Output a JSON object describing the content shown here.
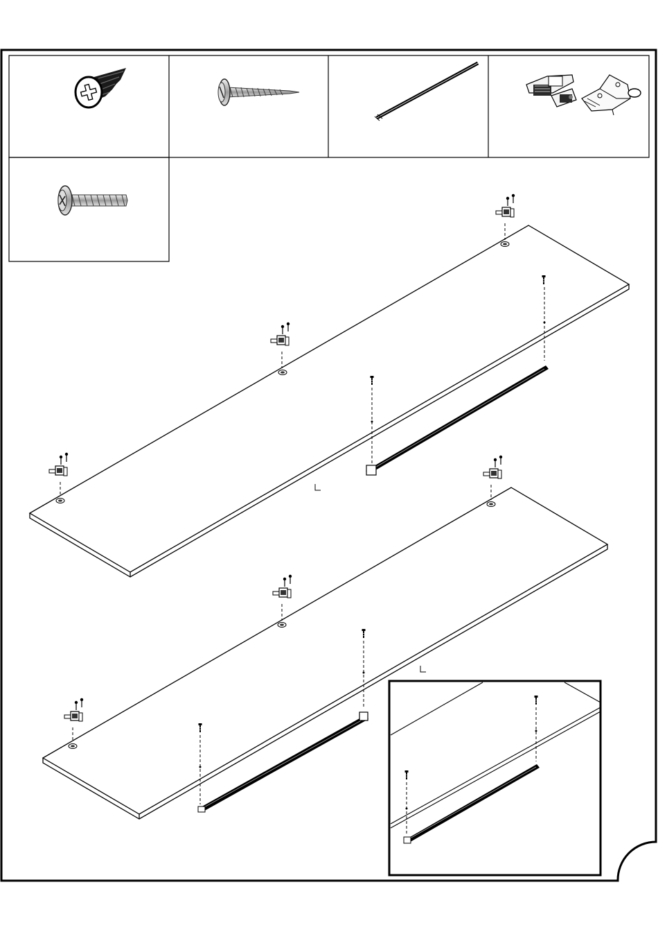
{
  "page": {
    "title": "",
    "page_number": ""
  },
  "parts_table": {
    "cells": [
      {
        "icon": "countersunk-screw-icon",
        "label": ""
      },
      {
        "icon": "wood-screw-icon",
        "label": ""
      },
      {
        "icon": "rail-rod-icon",
        "label": ""
      },
      {
        "icon": "hinge-icon",
        "label": ""
      },
      {
        "icon": "pan-head-screw-icon",
        "label": ""
      }
    ]
  },
  "assembly": {
    "panels": [
      "upper-panel",
      "lower-panel"
    ],
    "hinges_per_panel": 3,
    "rails_per_panel": 1,
    "screws_per_rail": 2,
    "has_detail_view": true
  },
  "colors": {
    "line": "#000000",
    "background": "#ffffff",
    "metal": "#b8b8b8"
  }
}
